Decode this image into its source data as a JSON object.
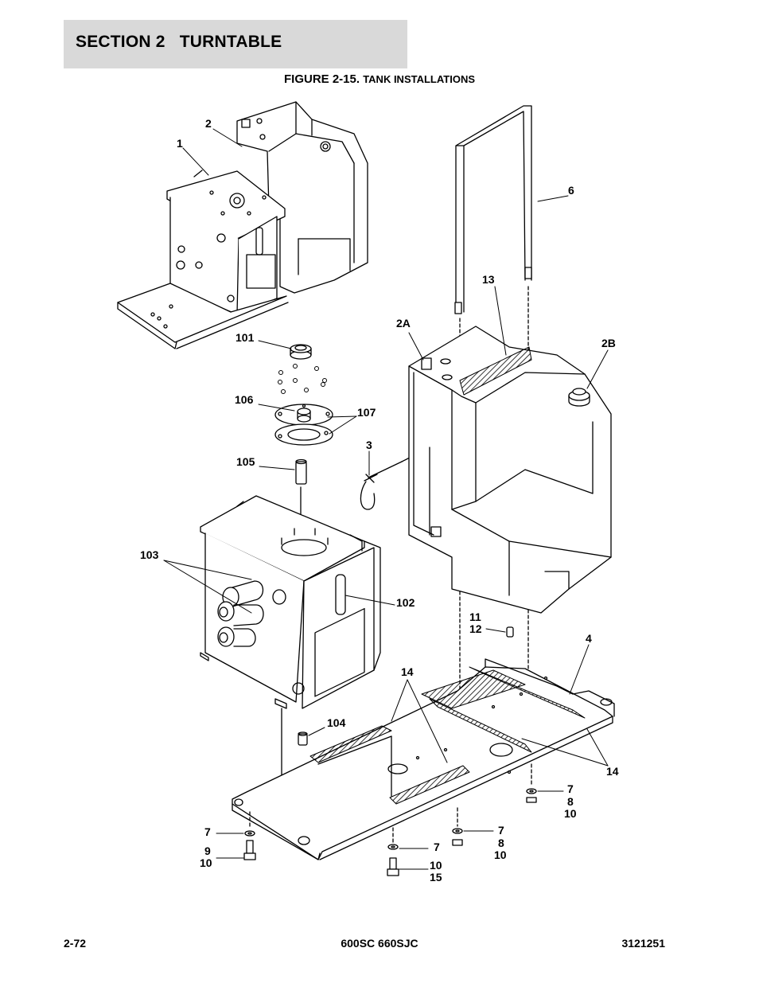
{
  "header": {
    "section_title": "SECTION 2   TURNTABLE"
  },
  "figure": {
    "number": "FIGURE 2-15.",
    "name": "TANK INSTALLATIONS"
  },
  "callouts": {
    "c1": "1",
    "c2": "2",
    "c2a": "2A",
    "c2b": "2B",
    "c3": "3",
    "c4": "4",
    "c6": "6",
    "c13": "13",
    "c101": "101",
    "c106": "106",
    "c107": "107",
    "c105": "105",
    "c103": "103",
    "c102": "102",
    "c104": "104",
    "c11": "11",
    "c12": "12",
    "c14_top": "14",
    "c14_right": "14",
    "c7_a": "7",
    "c8_a": "8",
    "c10_a": "10",
    "c7_b": "7",
    "c9_b": "9",
    "c10_b": "10",
    "c7_c": "7",
    "c10_c": "10",
    "c15_c": "15",
    "c7_d": "7",
    "c8_d": "8",
    "c10_d": "10"
  },
  "footer": {
    "page": "2-72",
    "model": "600SC 660SJC",
    "part_number": "3121251"
  }
}
